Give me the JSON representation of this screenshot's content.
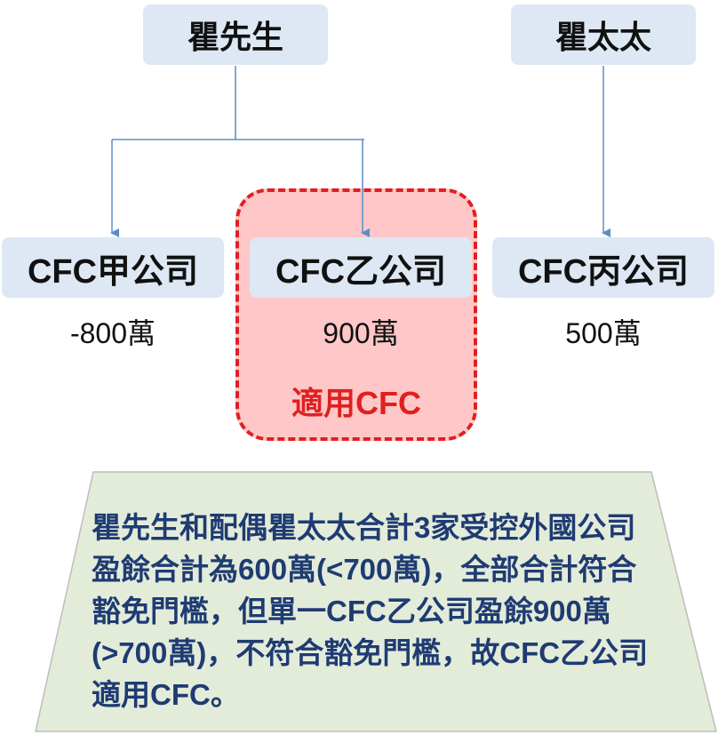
{
  "people": {
    "husband": "瞿先生",
    "wife": "瞿太太"
  },
  "companies": [
    {
      "name": "CFC甲公司",
      "amount": "-800萬"
    },
    {
      "name": "CFC乙公司",
      "amount": "900萬"
    },
    {
      "name": "CFC丙公司",
      "amount": "500萬"
    }
  ],
  "highlight_label": "適用CFC",
  "note": "瞿先生和配偶瞿太太合計3家受控外國公司盈餘合計為600萬(<700萬)，全部合計符合豁免門檻，但單一CFC乙公司盈餘900萬(>700萬)，不符合豁免門檻，故CFC乙公司適用CFC。",
  "colors": {
    "box_fill": "#dde8f4",
    "connector": "#5b8ec7",
    "highlight_fill": "#ffc7c7",
    "highlight_border": "#e02020",
    "note_fill": "#e3ecd9",
    "note_text": "#1f3b73"
  }
}
